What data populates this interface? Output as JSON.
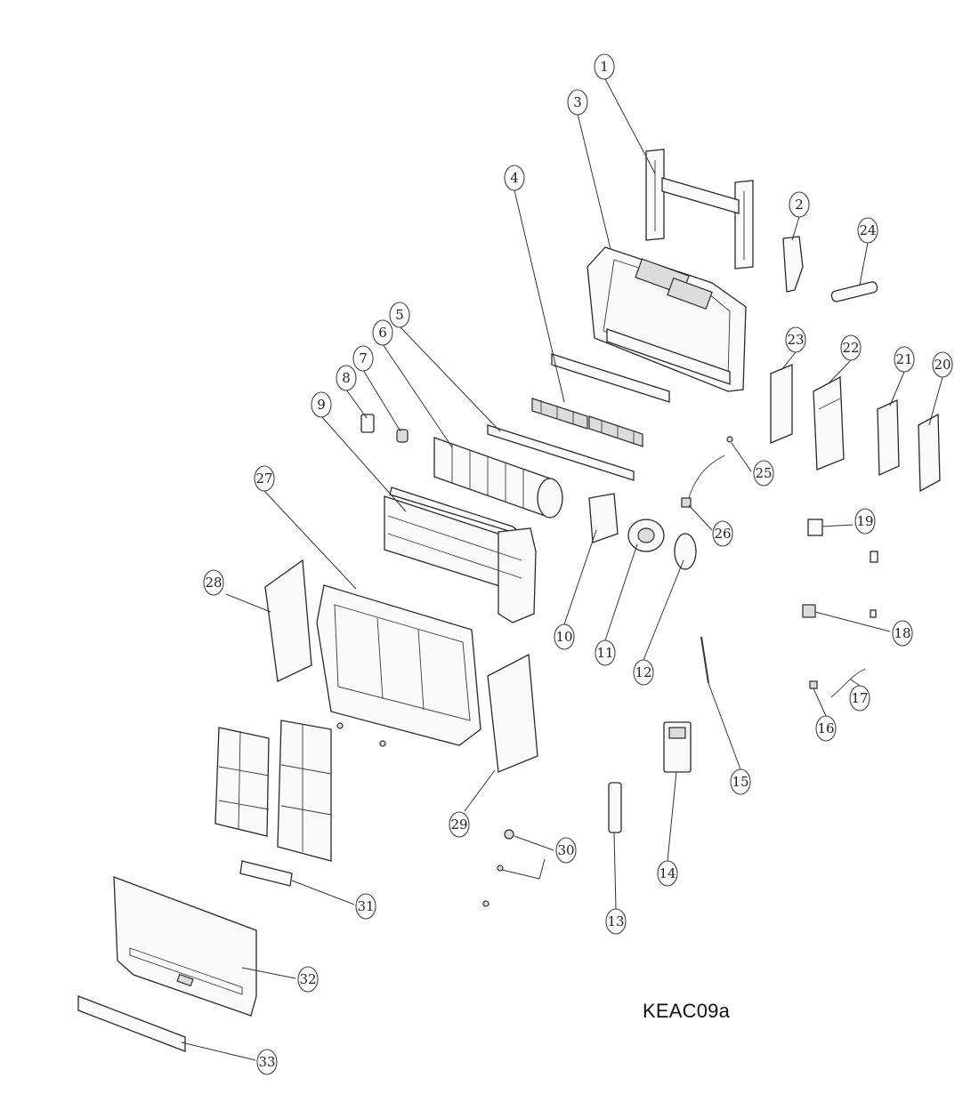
{
  "diagram": {
    "identifier": "KEAC09a",
    "callouts": [
      "1",
      "2",
      "3",
      "4",
      "5",
      "6",
      "7",
      "8",
      "9",
      "10",
      "11",
      "12",
      "13",
      "14",
      "15",
      "16",
      "17",
      "18",
      "19",
      "20",
      "21",
      "22",
      "23",
      "24",
      "25",
      "26",
      "27",
      "28",
      "29",
      "30",
      "31",
      "32",
      "33"
    ]
  }
}
